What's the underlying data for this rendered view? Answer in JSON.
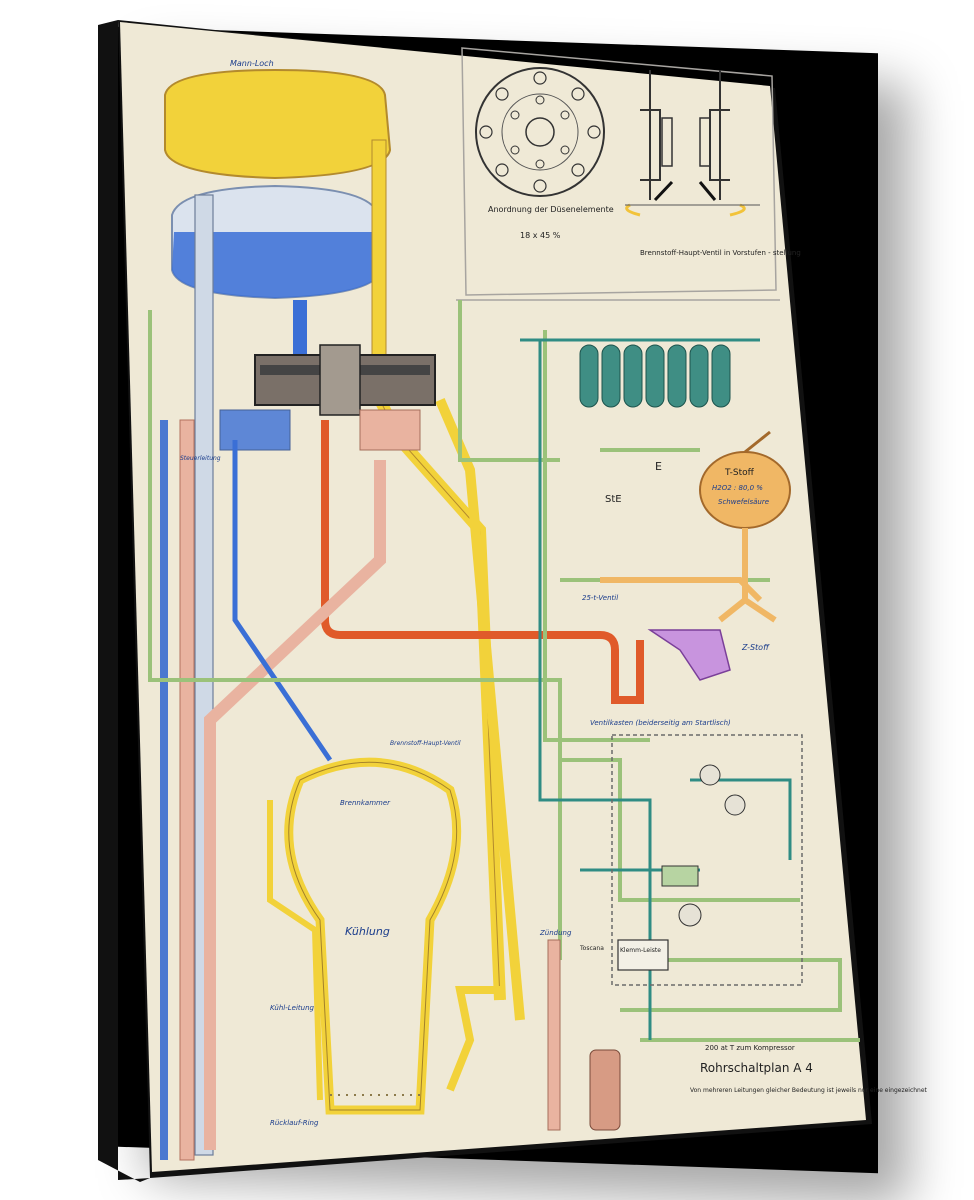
{
  "labels": {
    "manhole": "Mann-Loch",
    "t_stoff_tank": "T-Stoff",
    "t_stoff_formula": "H2O2 : 80,0 %",
    "t_stoff_note": "Schwefelsäure",
    "arrangement": "Anordnung der Düsenelemente",
    "arrangement_note": "18 x 45 %",
    "main_valve": "Brennstoff-Haupt-Ventil in Vorstufen - stellung",
    "ste": "StE",
    "e_mark": "E",
    "valve_25": "25-t-Ventil",
    "z_stoff": "Z-Stoff",
    "ventilkasten": "Ventilkasten (beiderseitig am Startlisch)",
    "steuer_leitung": "Steuerleitung",
    "brennstoff_ventil": "Brennstoff-Haupt-Ventil",
    "kuehl_leitung": "Kühl-Leitung",
    "ruecklauf": "Rücklauf-Ring",
    "brennkammer": "Brennkammer",
    "kuehlung": "Kühlung",
    "zuendung": "Zündung",
    "toscana": "Toscana",
    "klemm_leiste": "Klemm-Leiste",
    "kompressor_note": "200 at T zum Kompressor",
    "title": "Rohrschaltplan A 4",
    "subtitle": "Von mehreren Leitungen gleicher Bedeutung ist jeweils nur eine eingezeichnet"
  },
  "colors": {
    "paper": "#efe9d6",
    "fuel_yellow": "#f2d23a",
    "oxygen_blue": "#3a6fd6",
    "alcohol_orange": "#e57a37",
    "pink": "#e7b39a",
    "green_line": "#9bc27a",
    "teal_line": "#2f8c84",
    "violet": "#b06ad1",
    "frame": "#111111"
  }
}
